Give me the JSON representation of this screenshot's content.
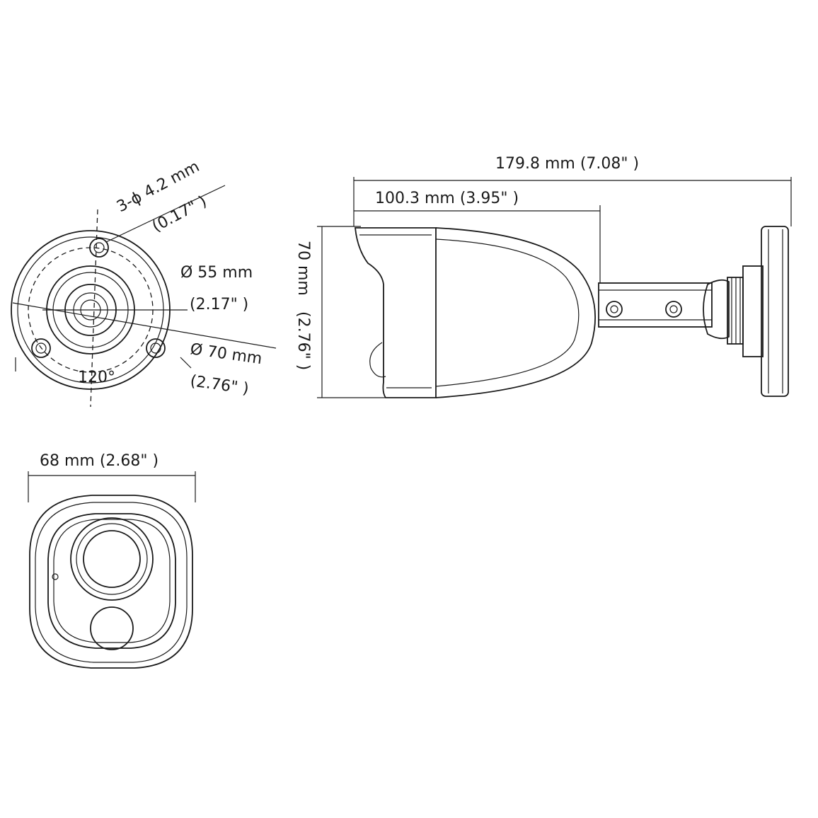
{
  "labels": {
    "total_length": "179.8 mm (7.08\" )",
    "body_length": "100.3 mm (3.95\" )",
    "height_mm": "70 mm",
    "height_in": "(2.76\" )",
    "hole_spec": "3-ϕ 4.2 mm",
    "hole_in": "(0.17\" )",
    "inner_dia_mm": "Ø 55 mm",
    "inner_dia_in": "(2.17\" )",
    "outer_dia_mm": "Ø 70 mm",
    "outer_dia_in": "(2.76\" )",
    "angle": "120°",
    "width": "68 mm (2.68\" )"
  }
}
